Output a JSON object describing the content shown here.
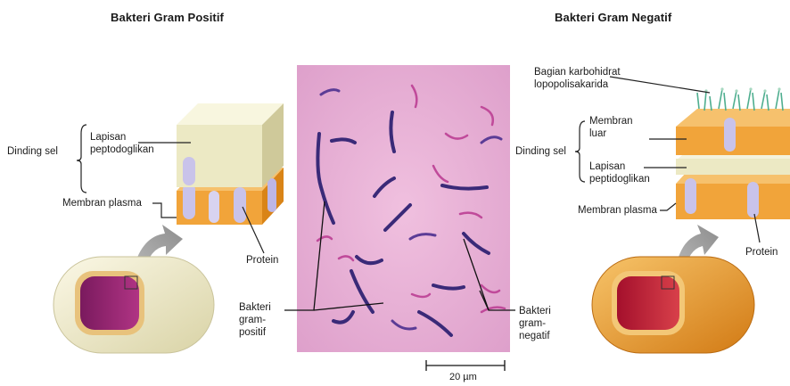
{
  "left_panel": {
    "title": "Bakteri Gram Positif",
    "labels": {
      "cell_wall": "Dinding sel",
      "peptidoglycan": "Lapisan peptodoglikan",
      "plasma_membrane": "Membran plasma",
      "protein": "Protein"
    }
  },
  "micrograph": {
    "gram_positive_label": "Bakteri gram-positif",
    "gram_negative_label": "Bakteri gram-negatif",
    "scale": "20 µm"
  },
  "right_panel": {
    "title": "Bakteri Gram Negatif",
    "labels": {
      "lps": "Bagian karbohidrat lopopolisakarida",
      "outer_membrane": "Membran luar",
      "cell_wall": "Dinding sel",
      "peptidoglycan": "Lapisan peptidoglikan",
      "plasma_membrane": "Membran plasma",
      "protein": "Protein"
    }
  },
  "colors": {
    "peptidoglycan": "#ece9c4",
    "membrane": "#f1a43a",
    "protein": "#c9c3ea",
    "micrograph_bg": "#e9b0d6",
    "stain_positive": "#3a2a78",
    "stain_negative": "#c04a9a"
  }
}
